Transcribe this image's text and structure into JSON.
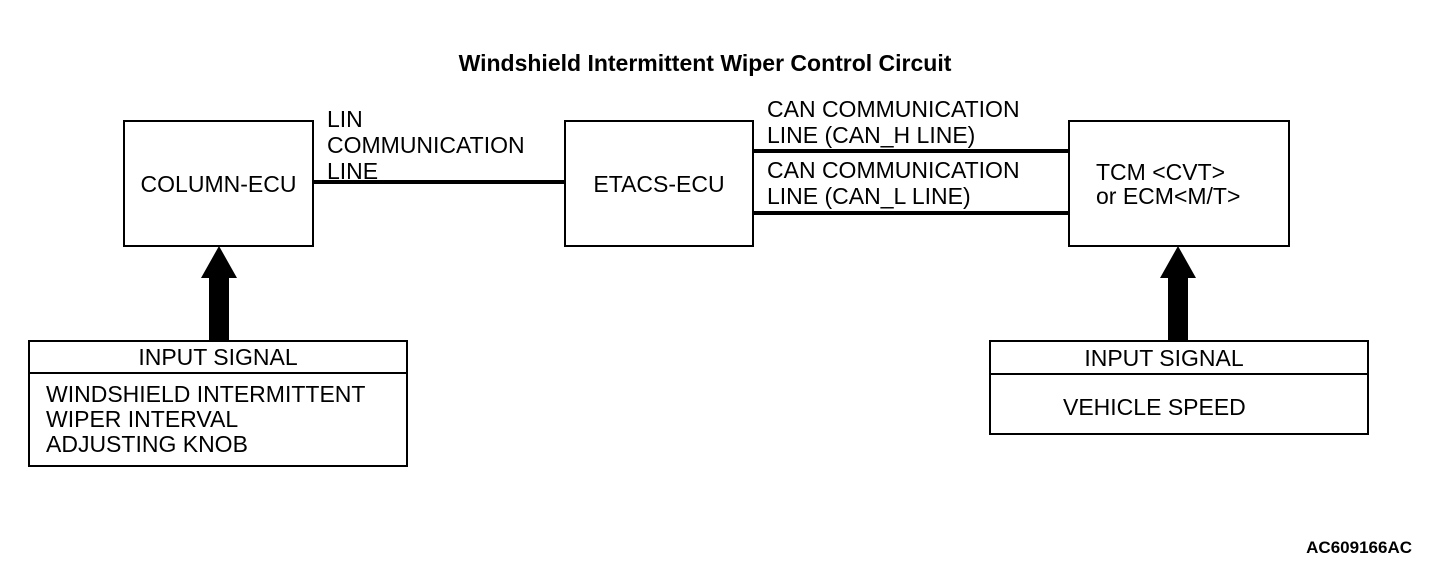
{
  "title": "Windshield Intermittent Wiper Control Circuit",
  "nodes": {
    "column_ecu": "COLUMN-ECU",
    "etacs_ecu": "ETACS-ECU",
    "tcm_ecm": [
      "TCM <CVT>",
      "or ECM<M/T>"
    ]
  },
  "connections": {
    "lin": [
      "LIN",
      "COMMUNICATION",
      "LINE"
    ],
    "can_h": [
      "CAN COMMUNICATION",
      "LINE (CAN_H LINE)"
    ],
    "can_l": [
      "CAN COMMUNICATION",
      "LINE (CAN_L LINE)"
    ]
  },
  "inputs": {
    "left": {
      "header": "INPUT SIGNAL",
      "items": [
        "WINDSHIELD INTERMITTENT",
        "WIPER INTERVAL",
        "ADJUSTING KNOB"
      ]
    },
    "right": {
      "header": "INPUT SIGNAL",
      "items": [
        "VEHICLE SPEED"
      ]
    }
  },
  "figure_code": "AC609166AC"
}
